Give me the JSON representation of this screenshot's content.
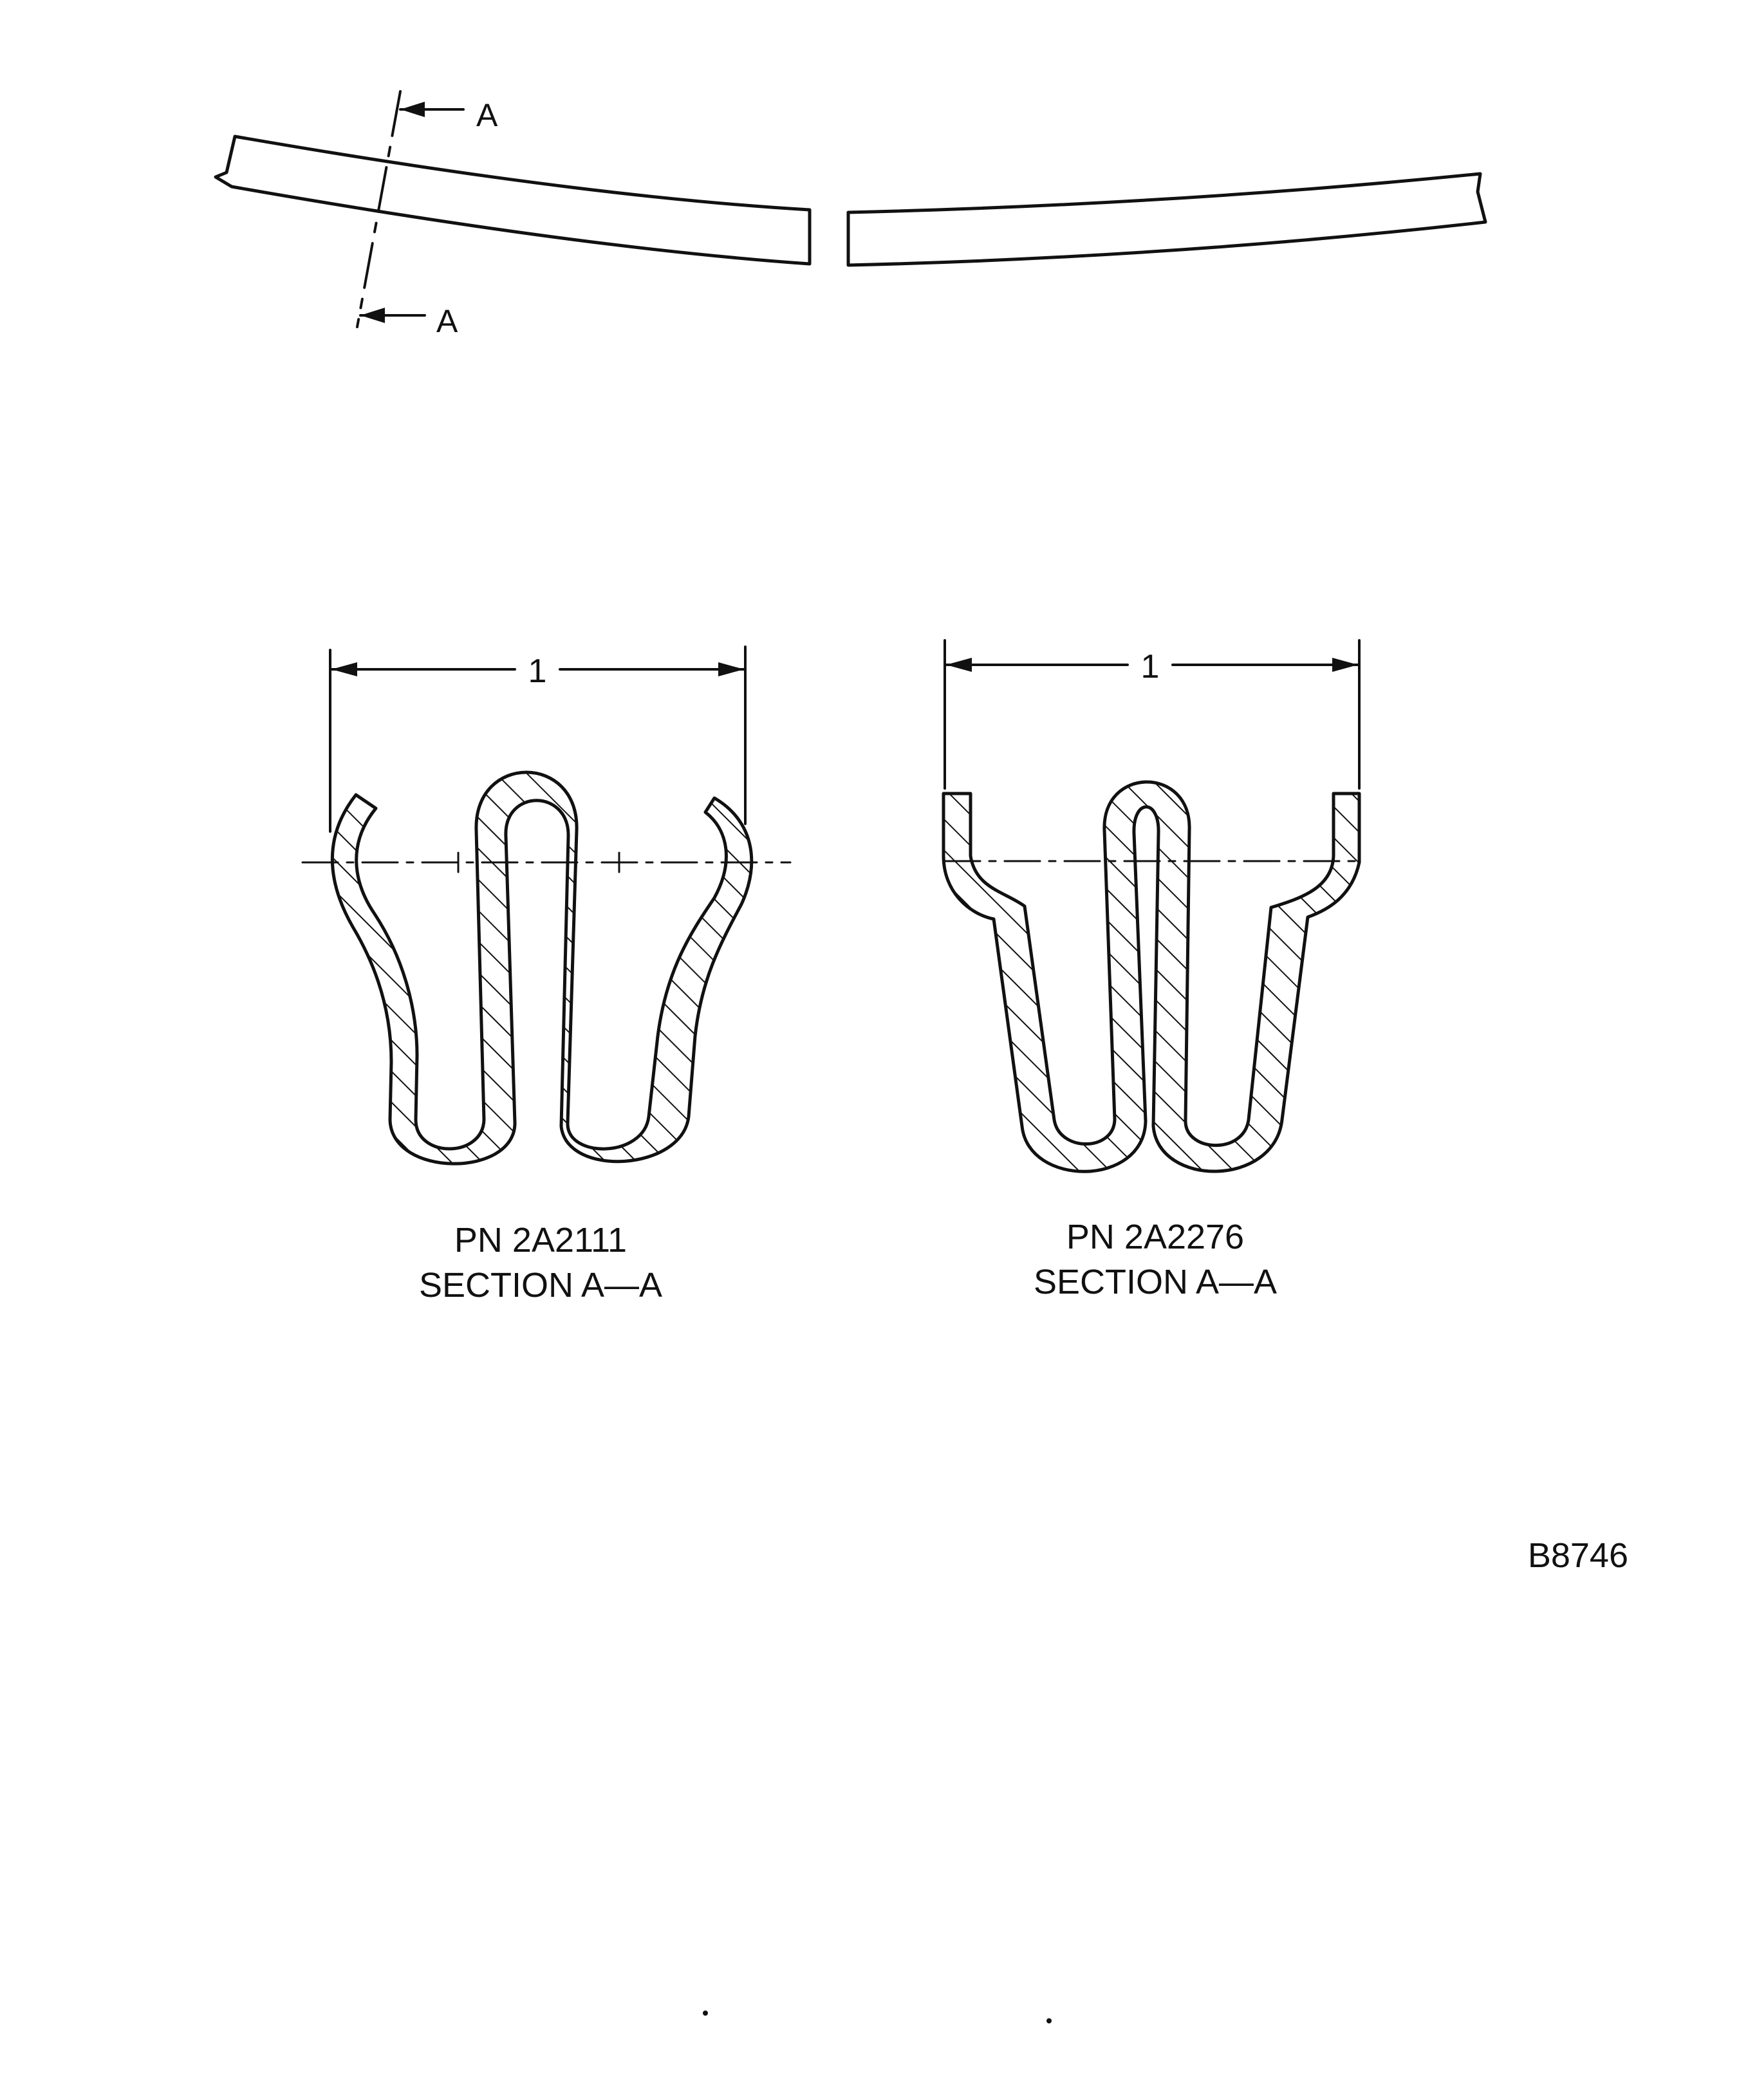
{
  "top_view": {
    "section_mark_top": "A",
    "section_mark_bottom": "A"
  },
  "section_left": {
    "dimension": "1",
    "part_number": "PN 2A2111",
    "section_title": "SECTION A—A"
  },
  "section_right": {
    "dimension": "1",
    "part_number": "PN 2A2276",
    "section_title": "SECTION A—A"
  },
  "figure_id": "B8746"
}
